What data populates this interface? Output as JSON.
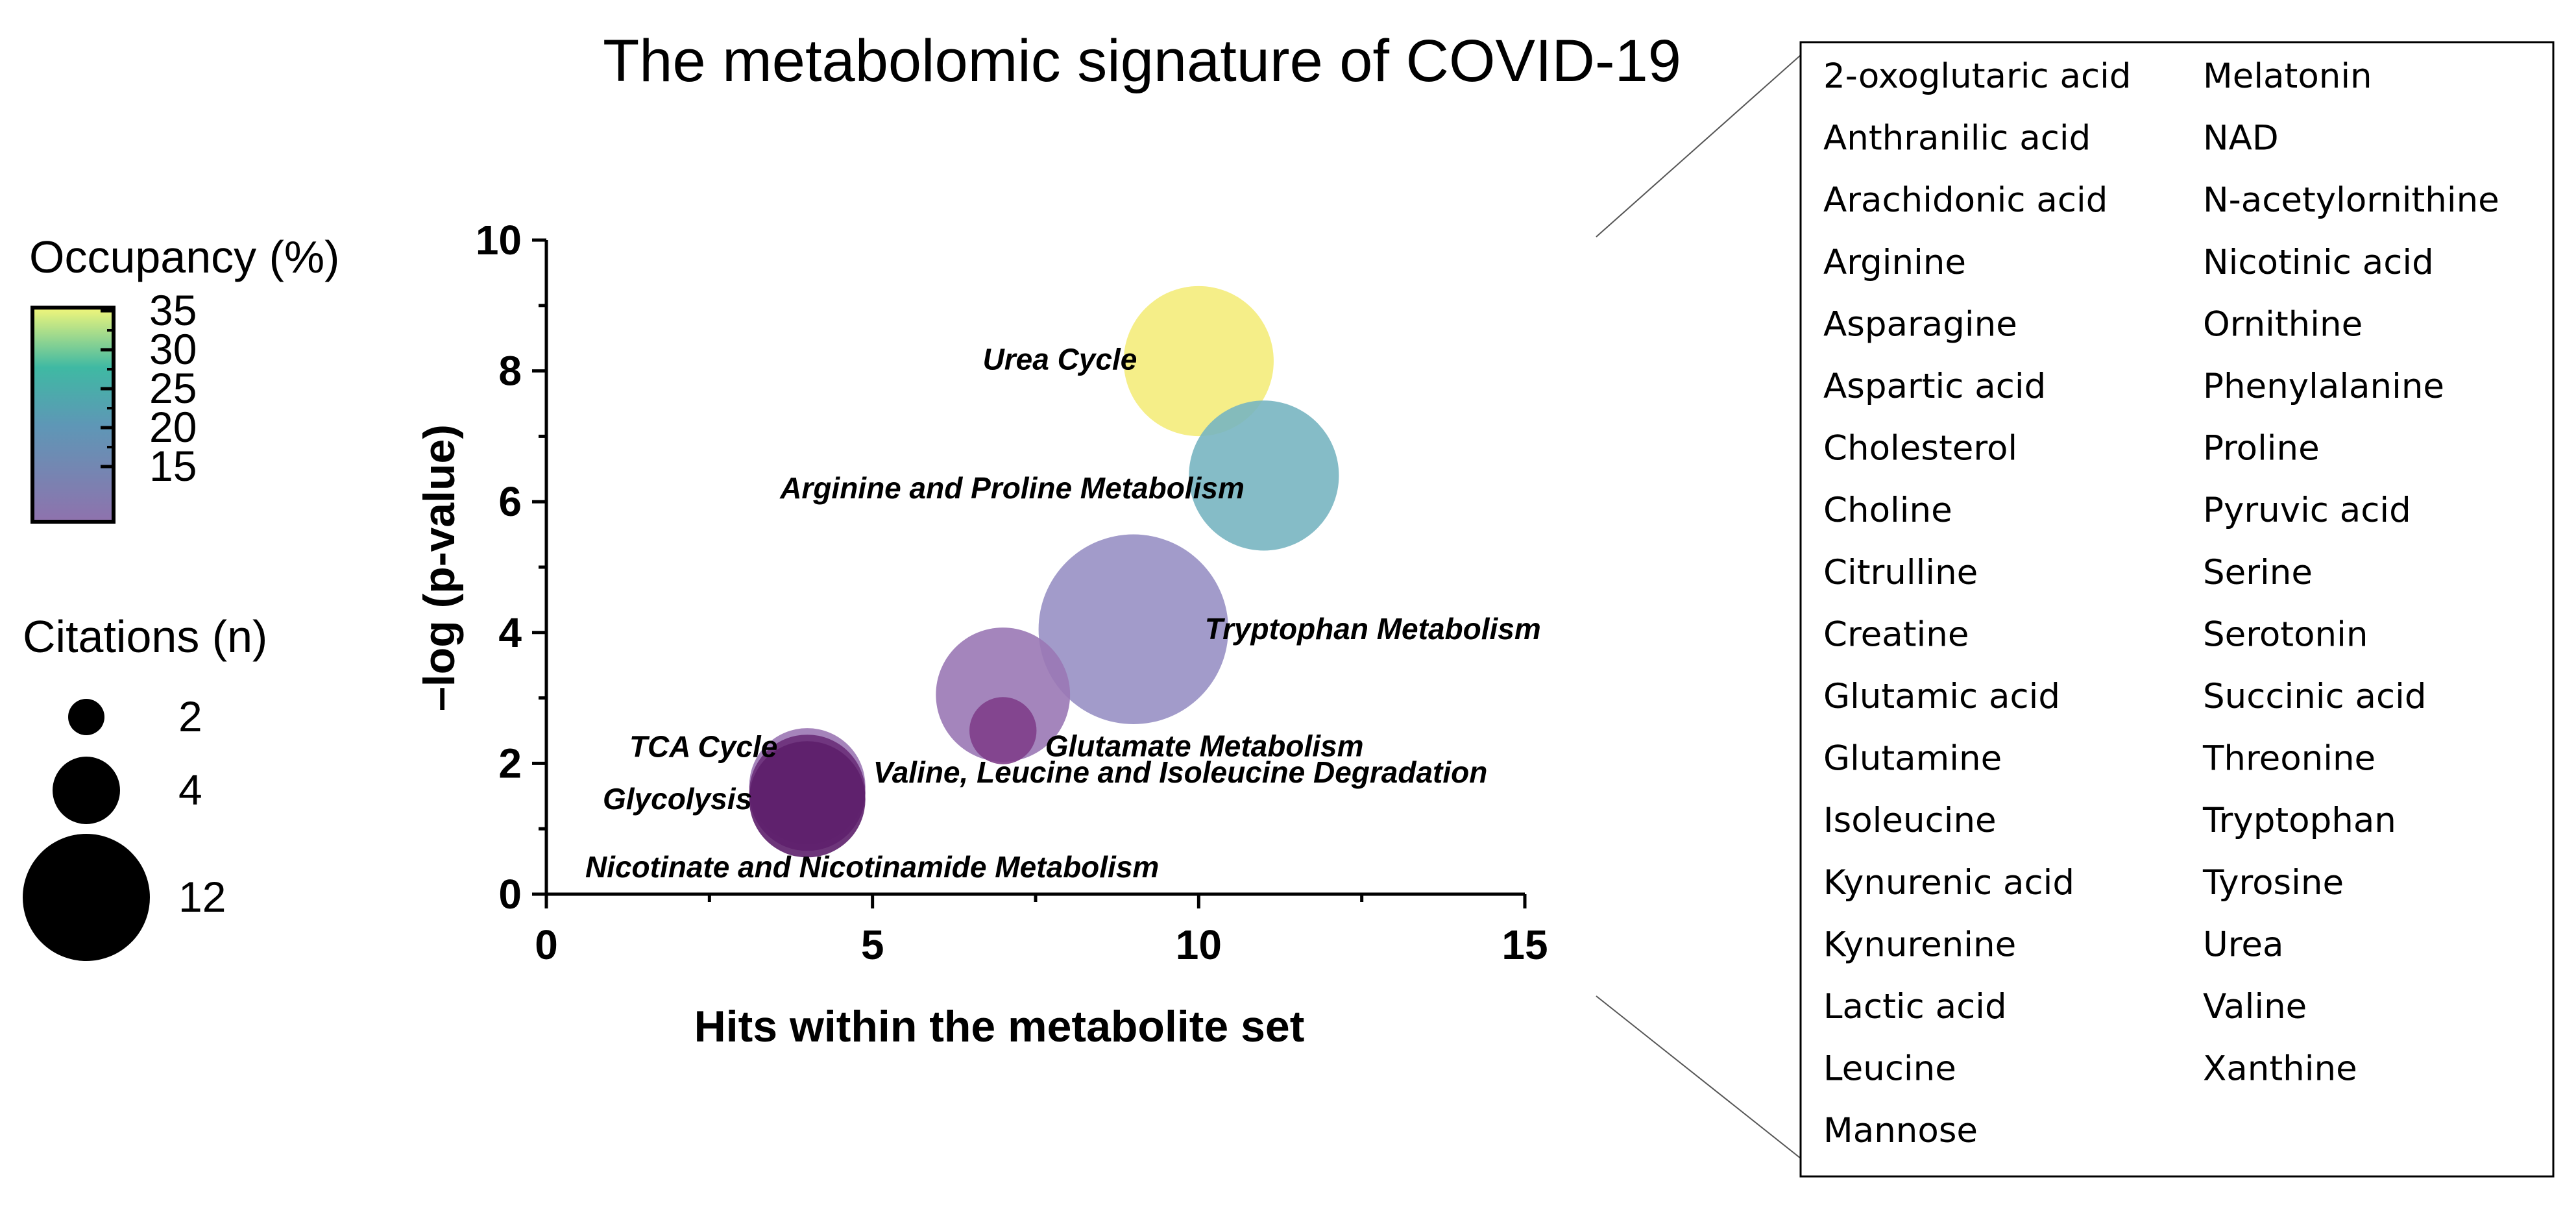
{
  "chart_data": {
    "type": "scatter",
    "title": "The metabolomic signature of COVID-19",
    "xlabel": "Hits within the metabolite set",
    "ylabel": "–log (p-value)",
    "xlim": [
      0,
      15
    ],
    "ylim": [
      0,
      10
    ],
    "xticks": [
      "0",
      "5",
      "10",
      "15"
    ],
    "yticks": [
      "0",
      "2",
      "4",
      "6",
      "8",
      "10"
    ],
    "grid": false,
    "color_legend": {
      "title": "Occupancy (%)",
      "ticks": [
        "35",
        "30",
        "25",
        "20",
        "15"
      ],
      "colormap": [
        "#fde725",
        "#5ec962",
        "#21918c",
        "#3b528b",
        "#440154"
      ]
    },
    "size_legend": {
      "title": "Citations (n)",
      "entries": [
        {
          "label": "2",
          "value": 2
        },
        {
          "label": "4",
          "value": 4
        },
        {
          "label": "12",
          "value": 12
        }
      ]
    },
    "points": [
      {
        "label": "Urea Cycle",
        "x": 10,
        "y": 8.15,
        "citations": 5,
        "occupancy": 35,
        "color": "#f4ec7b"
      },
      {
        "label": "Arginine and Proline Metabolism",
        "x": 11,
        "y": 6.4,
        "citations": 5,
        "occupancy": 22,
        "color": "#78b5c1"
      },
      {
        "label": "Tryptophan Metabolism",
        "x": 9,
        "y": 4.05,
        "citations": 8,
        "occupancy": 17,
        "color": "#9890c4"
      },
      {
        "label": "Glutamate Metabolism",
        "x": 7,
        "y": 3.05,
        "citations": 4,
        "occupancy": 15,
        "color": "#9a78b5"
      },
      {
        "label": "Valine, Leucine and Isoleucine Degradation",
        "x": 7,
        "y": 2.5,
        "citations": 1,
        "occupancy": 14,
        "color": "#7f3e8a"
      },
      {
        "label": "TCA Cycle",
        "x": 4,
        "y": 1.65,
        "citations": 3,
        "occupancy": 15,
        "color": "#9b77b4"
      },
      {
        "label": "Glycolysis",
        "x": 4,
        "y": 1.55,
        "citations": 3,
        "occupancy": 12,
        "color": "#6a2d79"
      },
      {
        "label": "Nicotinate and Nicotinamide Metabolism",
        "x": 4,
        "y": 1.45,
        "citations": 3,
        "occupancy": 11,
        "color": "#5d1f6c"
      }
    ]
  },
  "metabolites": {
    "column1": [
      "2-oxoglutaric acid",
      "Anthranilic acid",
      "Arachidonic acid",
      "Arginine",
      "Asparagine",
      "Aspartic acid",
      "Cholesterol",
      "Choline",
      "Citrulline",
      "Creatine",
      "Glutamic acid",
      "Glutamine",
      "Isoleucine",
      "Kynurenic acid",
      "Kynurenine",
      "Lactic acid",
      "Leucine",
      "Mannose"
    ],
    "column2": [
      "Melatonin",
      "NAD",
      "N-acetylornithine",
      "Nicotinic acid",
      "Ornithine",
      "Phenylalanine",
      "Proline",
      "Pyruvic acid",
      "Serine",
      "Serotonin",
      "Succinic acid",
      "Threonine",
      "Tryptophan",
      "Tyrosine",
      "Urea",
      "Valine",
      "Xanthine"
    ]
  }
}
